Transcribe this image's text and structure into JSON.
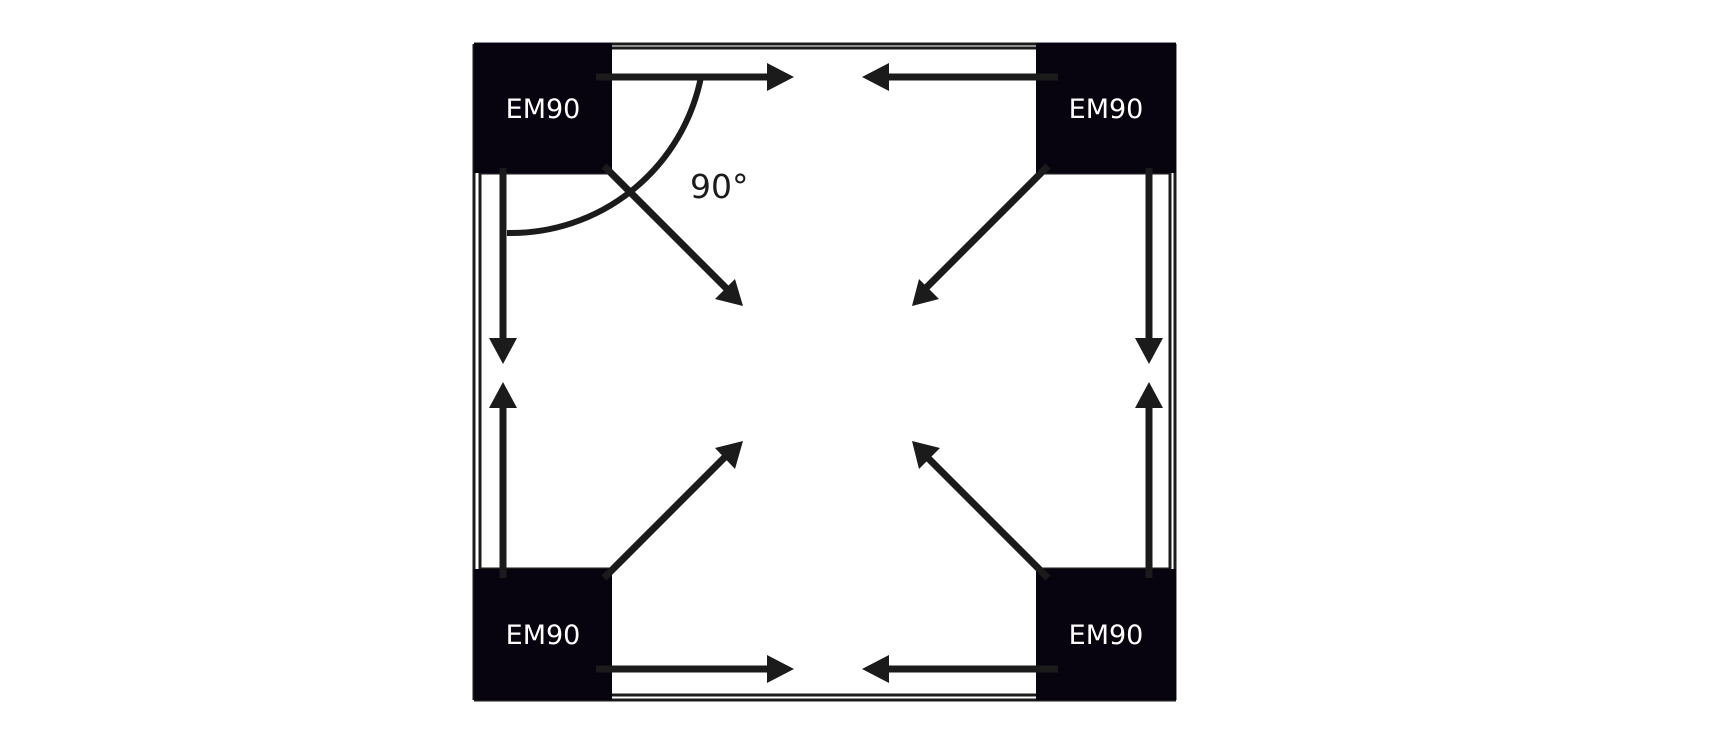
{
  "diagram": {
    "units": [
      {
        "id": "unit-top-left",
        "label": "EM90"
      },
      {
        "id": "unit-top-right",
        "label": "EM90"
      },
      {
        "id": "unit-bottom-left",
        "label": "EM90"
      },
      {
        "id": "unit-bottom-right",
        "label": "EM90"
      }
    ],
    "angle_label": "90°",
    "colors": {
      "unit_fill": "#07030f",
      "line": "#1b1b1b",
      "label_text": "#ffffff",
      "background": "#ffffff"
    }
  }
}
